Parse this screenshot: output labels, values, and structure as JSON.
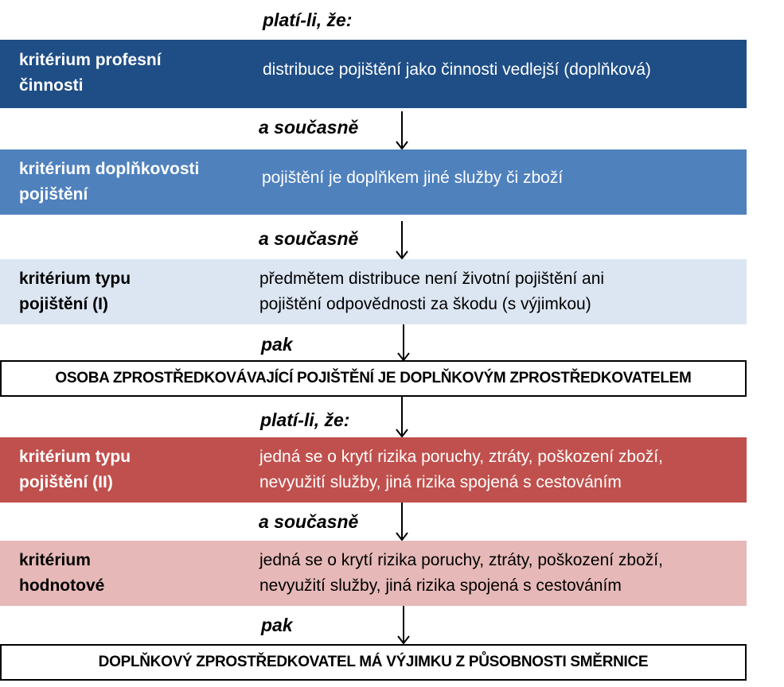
{
  "connectors": {
    "if_1": "platí-li, že:",
    "and_1": "a současně",
    "and_2": "a současně",
    "then_1": "pak",
    "if_2": "platí-li, že:",
    "and_3": "a současně",
    "then_2": "pak"
  },
  "criteria": [
    {
      "label_line1": "kritérium profesní",
      "label_line2": "činnosti",
      "text_line1": "distribuce pojištění jako činnosti vedlejší (doplňková)",
      "text_line2": "",
      "color": "#1f4e86"
    },
    {
      "label_line1": "kritérium doplňkovosti",
      "label_line2": "pojištění",
      "text_line1": "pojištění je doplňkem jiné služby či zboží",
      "text_line2": "",
      "color": "#4f81bd"
    },
    {
      "label_line1": "kritérium typu",
      "label_line2": "pojištění (I)",
      "text_line1": "předmětem distribuce není životní pojištění ani",
      "text_line2": "pojištění odpovědnosti za škodu (s výjimkou)",
      "color": "#dce6f2"
    },
    {
      "label_line1": "kritérium typu",
      "label_line2": "pojištění (II)",
      "text_line1": "jedná se o krytí rizika poruchy, ztráty, poškození zboží,",
      "text_line2": "nevyužití služby, jiná rizika spojená s cestováním",
      "color": "#c0504d"
    },
    {
      "label_line1": "kritérium",
      "label_line2": "hodnotové",
      "text_line1": "jedná se o krytí rizika poruchy, ztráty, poškození zboží,",
      "text_line2": "nevyužití služby, jiná rizika spojená s cestováním",
      "color": "#e6b9b8"
    }
  ],
  "outcomes": {
    "first": "OSOBA ZPROSTŘEDKOVÁVAJÍCÍ  POJIŠTĚNÍ JE DOPLŇKOVÝM ZPROSTŘEDKOVATELEM",
    "second": "DOPLŇKOVÝ ZPROSTŘEDKOVATEL MÁ VÝJIMKU Z PŮSOBNOSTI SMĚRNICE"
  }
}
